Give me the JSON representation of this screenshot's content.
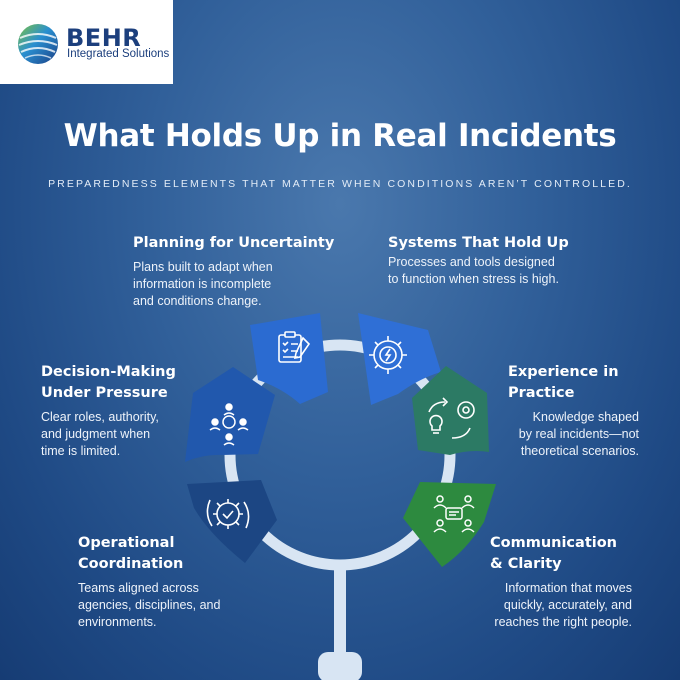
{
  "brand": {
    "name": "BEHR",
    "tagline": "Integrated Solutions"
  },
  "title": "What Holds Up in Real Incidents",
  "subtitle": "PREPAREDNESS ELEMENTS THAT MATTER WHEN CONDITIONS AREN’T CONTROLLED.",
  "items": [
    {
      "title": "Planning for Uncertainty",
      "desc": "Plans built to adapt when\ninformation is incomplete\nand conditions change.",
      "icon": "checklist-icon",
      "color": "#2b6bd1"
    },
    {
      "title": "Systems That Hold Up",
      "desc": "Processes and tools designed\nto function when stress is high.",
      "icon": "gear-bolt-icon",
      "color": "#2f6fd6"
    },
    {
      "title": "Experience in\nPractice",
      "desc": "Knowledge shaped\nby real incidents—not\ntheoretical scenarios.",
      "icon": "lightbulb-cycle-icon",
      "color": "#2c7a64"
    },
    {
      "title": "Communication\n& Clarity",
      "desc": "Information that moves\nquickly, accurately, and\nreaches the right people.",
      "icon": "team-chat-icon",
      "color": "#2d8a3f"
    },
    {
      "title": "Operational\nCoordination",
      "desc": "Teams aligned across\nagencies, disciplines, and\nenvironments.",
      "icon": "gear-check-icon",
      "color": "#1c4683"
    },
    {
      "title": "Decision-Making\nUnder Pressure",
      "desc": "Clear roles, authority,\nand judgment when\ntime is limited.",
      "icon": "team-network-icon",
      "color": "#2158ad"
    }
  ]
}
